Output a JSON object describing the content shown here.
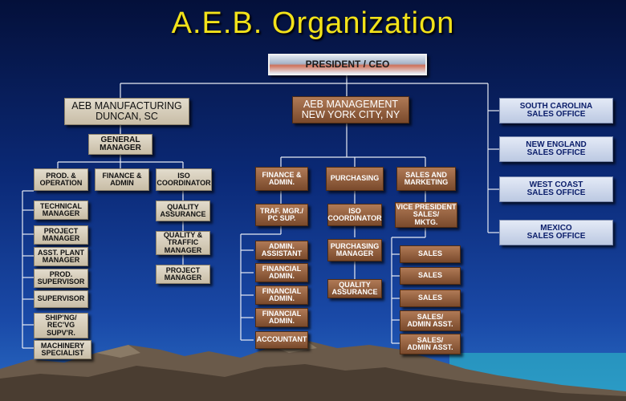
{
  "title": "A.E.B. Organization",
  "president": "PRESIDENT / CEO",
  "manufacturing": {
    "name": "AEB MANUFACTURING\nDUNCAN, SC",
    "general_manager": "GENERAL\nMANAGER",
    "prod_operation": "PROD. &\nOPERATION",
    "finance_admin": "FINANCE &\nADMIN",
    "iso_coordinator": "ISO\nCOORDINATOR",
    "prod_items": [
      "TECHNICAL\nMANAGER",
      "PROJECT\nMANAGER",
      "ASST. PLANT\nMANAGER",
      "PROD.\nSUPERVISOR",
      "SUPERVISOR",
      "SHIP'NG/\nREC'VG\nSUPV'R.",
      "MACHINERY\nSPECIALIST"
    ],
    "iso_items": [
      "QUALITY\nASSURANCE",
      "QUALITY &\nTRAFFIC\nMANAGER",
      "PROJECT\nMANAGER"
    ]
  },
  "management": {
    "name": "AEB MANAGEMENT\nNEW YORK CITY, NY",
    "finance_admin": "FINANCE &\nADMIN.",
    "purchasing": "PURCHASING",
    "sales_marketing": "SALES AND\nMARKETING",
    "traffic_mgr": "TRAF. MGR./\nPC SUP.",
    "finance_items": [
      "ADMIN.\nASSISTANT",
      "FINANCIAL\nADMIN.",
      "FINANCIAL\nADMIN.",
      "FINANCIAL\nADMIN.",
      "ACCOUNTANT"
    ],
    "iso_coordinator": "ISO\nCOORDINATOR",
    "purchasing_manager": "PURCHASING\nMANAGER",
    "quality_assurance": "QUALITY\nASSURANCE",
    "vp_sales": "VICE PRESIDENT\nSALES/\nMKTG.",
    "sales_items": [
      "SALES",
      "SALES",
      "SALES",
      "SALES/\nADMIN ASST.",
      "SALES/\nADMIN ASST."
    ]
  },
  "sales_offices": [
    "SOUTH CAROLINA\nSALES OFFICE",
    "NEW ENGLAND\nSALES OFFICE",
    "WEST COAST\nSALES OFFICE",
    "MEXICO\nSALES OFFICE"
  ]
}
